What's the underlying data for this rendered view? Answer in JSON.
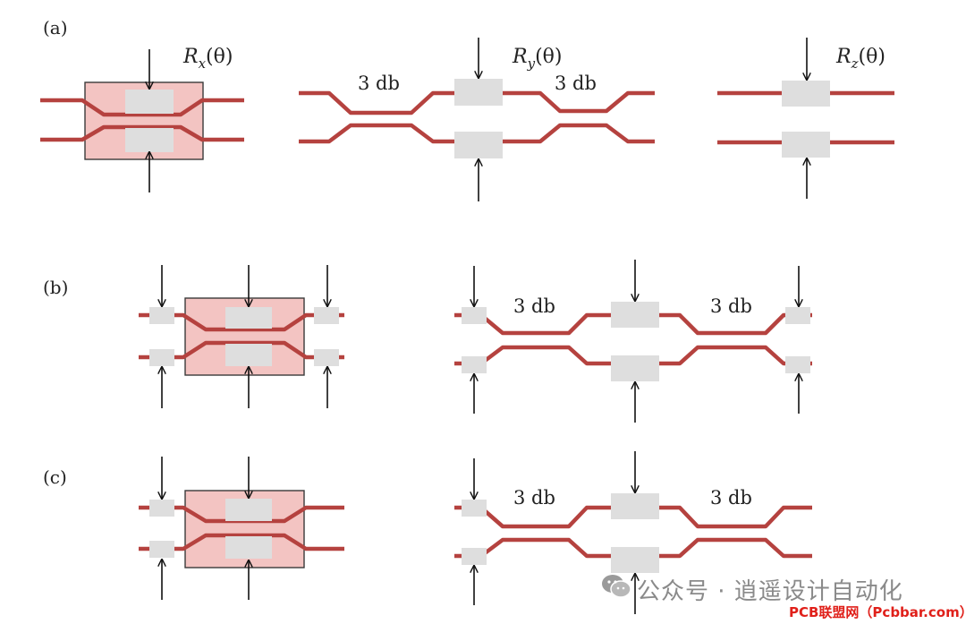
{
  "panels": [
    {
      "label": "(a)",
      "left_gate": "Rx",
      "mid_gate": "Ry",
      "right_gate": "Rz"
    },
    {
      "label": "(b)"
    },
    {
      "label": "(c)"
    }
  ],
  "coupler_label": "3 db",
  "rotation_gates": [
    {
      "symbol": "R",
      "sub": "x",
      "arg": "(θ)"
    },
    {
      "symbol": "R",
      "sub": "y",
      "arg": "(θ)"
    },
    {
      "symbol": "R",
      "sub": "z",
      "arg": "(θ)"
    }
  ],
  "watermark": {
    "text": "公众号 · 逍遥设计自动化",
    "icon": "wechat-icon"
  },
  "credit": "PCB联盟网（Pcbbar.com）",
  "colors": {
    "waveguide": "#b5423f",
    "coupler_fill": "#f3c4c2",
    "pad": "#dedede"
  }
}
